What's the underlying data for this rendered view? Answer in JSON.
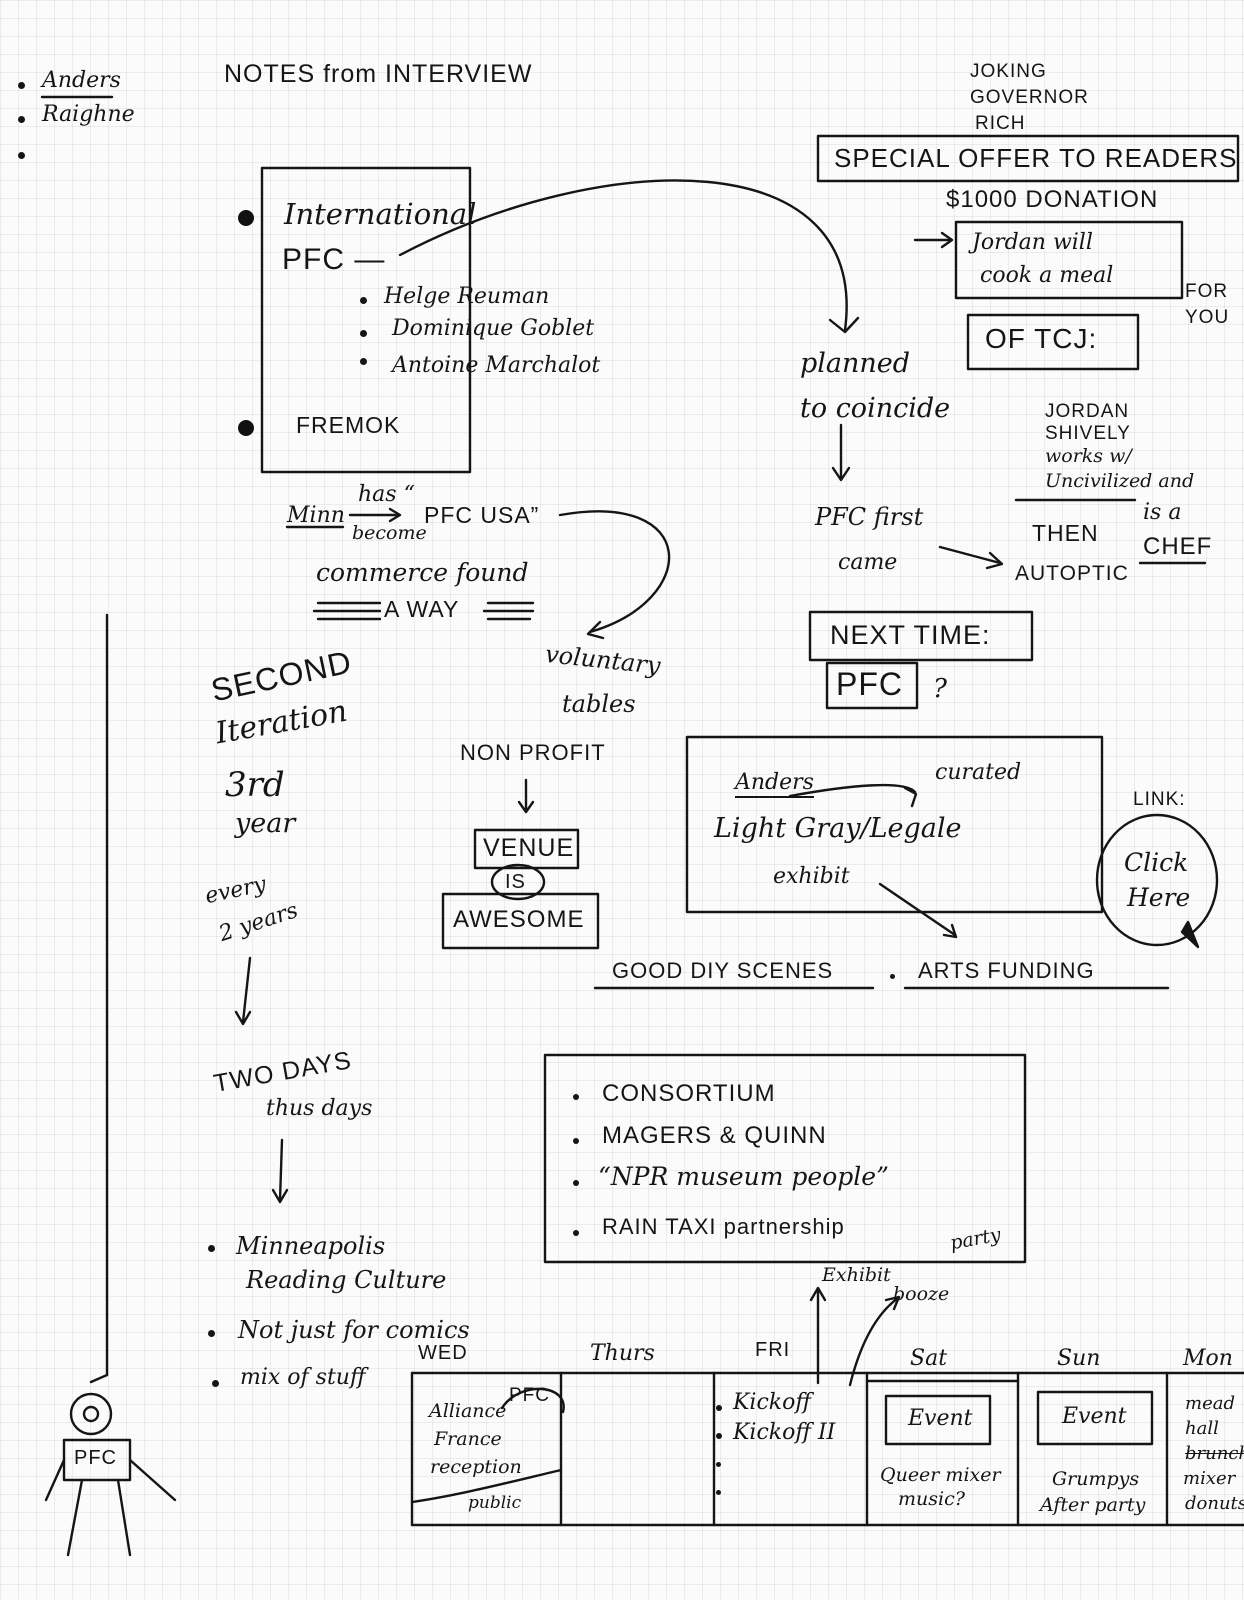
{
  "left_list": [
    "Anders",
    "Raighne",
    ""
  ],
  "heading": "NOTES from INTERVIEW",
  "top_right": {
    "aside": [
      "JOKING",
      "GOVERNOR",
      "RICH"
    ],
    "offer_title": "SPECIAL OFFER TO READERS",
    "donation": "$1000 DONATION",
    "meal": [
      "Jordan will",
      "cook a meal"
    ],
    "for_you": [
      "FOR",
      "YOU"
    ],
    "tcj": "OF TCJ:",
    "jordan_note": [
      "JORDAN",
      "SHIVELY",
      "works w/",
      "Uncivilized and"
    ],
    "chef": [
      "is a",
      "CHEF"
    ]
  },
  "intl_box": {
    "title": "International",
    "pfc": "PFC —",
    "artists": [
      "Helge Reuman",
      "Dominique Goblet",
      "Antoine Marchalot"
    ],
    "fremok": "FREMOK"
  },
  "mid": {
    "minn": "Minn",
    "has": "has “",
    "become": "become",
    "pfc_usa": "PFC USA”",
    "commerce": "commerce found",
    "a_way": "A WAY",
    "voluntary": [
      "voluntary",
      "tables"
    ],
    "planned": [
      "planned",
      "to coincide"
    ],
    "pfc_first": "PFC first",
    "came": "came",
    "then": "THEN",
    "autoptic": "AUTOPTIC",
    "next_time": "NEXT TIME:",
    "next_pfc": "PFC",
    "question": "?"
  },
  "left_col": {
    "second": [
      "SECOND",
      "Iteration"
    ],
    "year": [
      "3rd",
      "year"
    ],
    "every": [
      "every",
      "2 years"
    ],
    "two_days": [
      "TWO DAYS",
      "thus days"
    ],
    "bullets": [
      "Minneapolis",
      "Reading Culture",
      "Not just for comics",
      "mix of stuff"
    ]
  },
  "venue": {
    "non_profit": "NON PROFIT",
    "venue": "VENUE",
    "is": "IS",
    "awesome": "AWESOME"
  },
  "exhibit_box": {
    "anders": "Anders",
    "curated": "curated",
    "light_gray": "Light Gray/Legale",
    "exhibit": "exhibit",
    "link": "LINK:",
    "click": [
      "Click",
      "Here"
    ]
  },
  "scenes": [
    "GOOD DIY SCENES",
    "ARTS FUNDING"
  ],
  "partners": [
    "CONSORTIUM",
    "MAGERS & QUINN",
    "“NPR museum people”",
    "RAIN TAXI partnership"
  ],
  "notes_extra": {
    "party": "party",
    "exhibit": "Exhibit",
    "booze": "booze"
  },
  "mascot": "PFC",
  "calendar": {
    "days": [
      "WED",
      "Thurs",
      "FRI",
      "Sat",
      "Sun",
      "Mon"
    ],
    "wed": {
      "badge": "PFC",
      "lines": [
        "Alliance",
        "France",
        "reception"
      ],
      "foot": "public"
    },
    "fri": [
      "Kickoff",
      "Kickoff II"
    ],
    "sat": {
      "event": "Event",
      "lines": [
        "Queer mixer",
        "music?"
      ]
    },
    "sun": {
      "event": "Event",
      "lines": [
        "Grumpys",
        "After party"
      ]
    },
    "mon": {
      "lines": [
        "mead",
        "hall",
        "brunch",
        "mixer",
        "donuts"
      ]
    }
  }
}
